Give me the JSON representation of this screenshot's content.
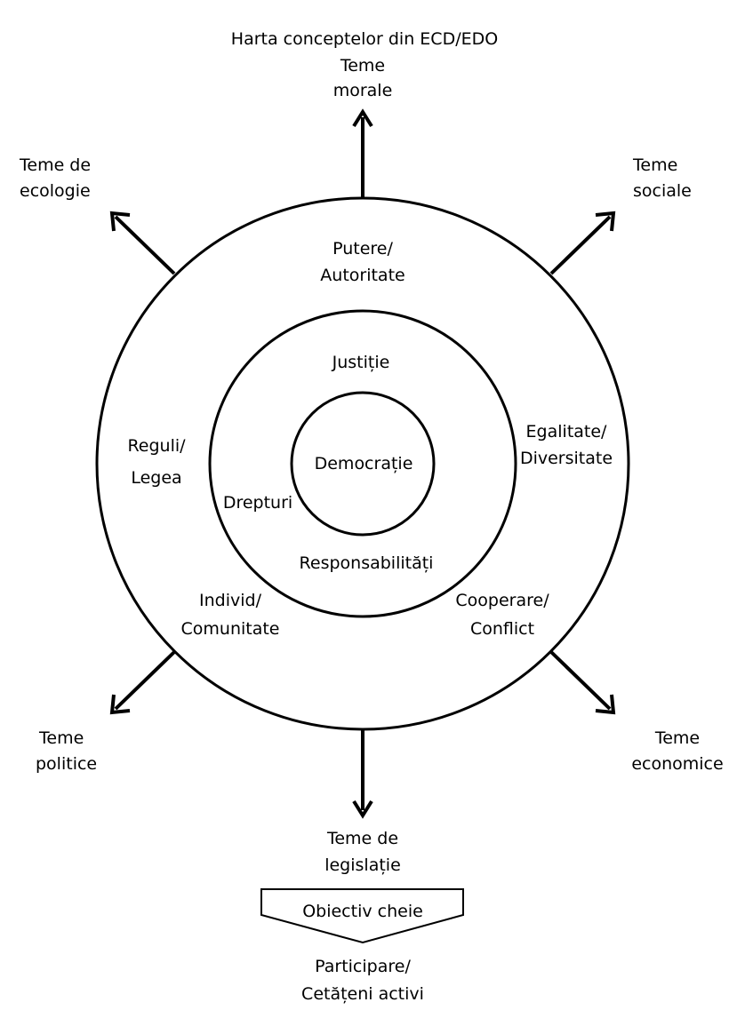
{
  "title": "Harta conceptelor din ECD/EDO",
  "core": "Democrație",
  "middle_ring": {
    "top": "Justiție",
    "left": "Drepturi",
    "bottom": "Responsabilități"
  },
  "outer_ring": {
    "top": [
      "Putere/",
      "Autoritate"
    ],
    "left": [
      "Reguli/",
      "Legea"
    ],
    "right": [
      "Egalitate/",
      "Diversitate"
    ],
    "bottom_left": [
      "Individ/",
      "Comunitate"
    ],
    "bottom_right": [
      "Cooperare/",
      "Conflict"
    ]
  },
  "themes": {
    "top": [
      "Teme",
      "morale"
    ],
    "top_left": [
      "Teme de",
      "ecologie"
    ],
    "top_right": [
      "Teme",
      "sociale"
    ],
    "bottom_left": [
      "Teme",
      "politice"
    ],
    "bottom_right": [
      "Teme",
      "economice"
    ],
    "bottom": [
      "Teme de",
      "legislație"
    ]
  },
  "key_objective": {
    "label": "Obiectiv cheie",
    "result": [
      "Participare/",
      "Cetățeni activi"
    ]
  },
  "colors": {
    "stroke": "#000000",
    "text": "#000000",
    "background": "#ffffff"
  }
}
